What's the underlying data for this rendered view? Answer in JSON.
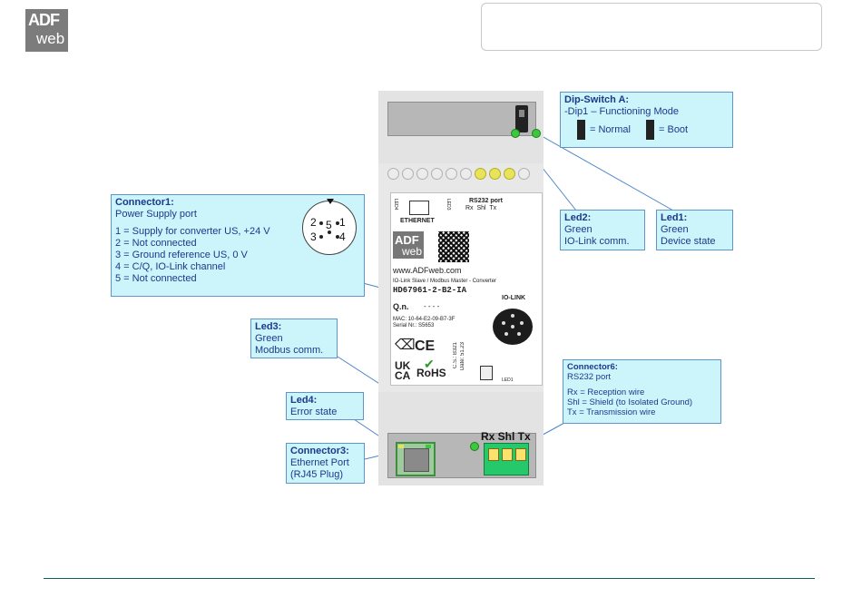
{
  "logo": {
    "line1": "ADF",
    "line2": "web"
  },
  "dip_switch": {
    "title": "Dip-Switch A:",
    "line1": "-Dip1 – Functioning Mode",
    "normal": "= Normal",
    "boot": "= Boot"
  },
  "connector1": {
    "title": "Connector1:",
    "subtitle": "Power Supply port",
    "pins": [
      "1 = Supply for converter US, +24 V",
      "2 = Not connected",
      "3 = Ground reference US, 0 V",
      "4 = C/Q, IO-Link channel",
      "5 = Not connected"
    ],
    "pin_labels": [
      "1",
      "2",
      "3",
      "4",
      "5"
    ]
  },
  "led2": {
    "title": "Led2:",
    "line1": "Green",
    "line2": "IO-Link comm."
  },
  "led1": {
    "title": "Led1:",
    "line1": "Green",
    "line2": "Device state"
  },
  "led3": {
    "title": "Led3:",
    "line1": "Green",
    "line2": "Modbus comm."
  },
  "led4": {
    "title": "Led4:",
    "line1": "Error state"
  },
  "connector3": {
    "title": "Connector3:",
    "line1": "Ethernet Port",
    "line2": "(RJ45 Plug)"
  },
  "connector6": {
    "title": "Connector6:",
    "subtitle": "RS232 port",
    "lines": [
      "Rx = Reception wire",
      "Shl = Shield (to Isolated Ground)",
      "Tx = Transmission wire"
    ]
  },
  "device": {
    "terminal_label": "Rx Shl Tx",
    "label": {
      "led4": "LED4",
      "ethernet": "ETHERNET",
      "led3": "LED3",
      "rs232_port": "RS232 port",
      "rs232_pins": "Rx  Shl  Tx",
      "website": "www.ADFweb.com",
      "description": "IO-Link Slave / Modbus Master - Converter",
      "model": "HD67961-2-B2-IA",
      "iolink": "IO-LINK",
      "qn": "Q.n.",
      "qn_value": "- - - -",
      "mac": "MAC: 10-64-E2-09-B7-3F",
      "serial": "Serial Nr.: S5653",
      "ce": "CE",
      "ukca_1": "UK",
      "ukca_2": "CA",
      "rohs": "RoHS",
      "cs": "C.S.: B321",
      "date": "Date: 51.23",
      "led1": "LED1"
    }
  }
}
